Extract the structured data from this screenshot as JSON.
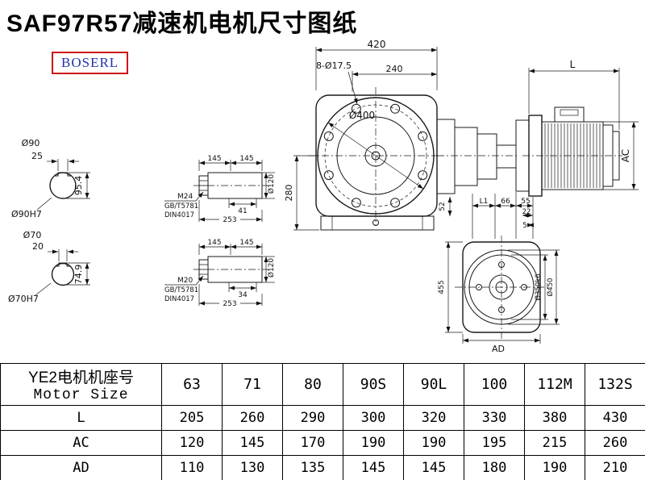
{
  "page": {
    "title": "SAF97R57减速机电机尺寸图纸",
    "brand": "BOSERL"
  },
  "drawing": {
    "shaft90": {
      "dia": "Ø90",
      "key_width": "25",
      "key_height": "95.4",
      "fit": "Ø90H7"
    },
    "shaft70": {
      "dia": "Ø70",
      "key_width": "20",
      "key_height": "74.9",
      "fit": "Ø70H7"
    },
    "shaft_m24": {
      "len1": "145",
      "len2": "145",
      "dia": "Ø120",
      "thread": "M24",
      "std1": "GB/T5781",
      "std2": "DIN4017",
      "sub_len": "41",
      "total_len": "253"
    },
    "shaft_m20": {
      "len1": "145",
      "len2": "145",
      "dia": "Ø120",
      "thread": "M20",
      "std1": "GB/T5781",
      "std2": "DIN4017",
      "sub_len": "34",
      "total_len": "253"
    },
    "main_view": {
      "width": "420",
      "sub_width": "240",
      "bolt_holes": "8-Ø17.5",
      "flange_dia": "Ø400",
      "height": "280",
      "foot": "52"
    },
    "motor_view": {
      "length": "L",
      "height": "AC",
      "l1": "L1",
      "d66": "66",
      "d55": "55",
      "d22": "22",
      "d5": "5"
    },
    "flange_view": {
      "height": "455",
      "spigot_dia": "Ø350k6",
      "flange_dia": "Ø450",
      "width": "AD"
    }
  },
  "table": {
    "header_cn": "YE2电机机座号",
    "header_en": "Motor Size",
    "sizes": [
      "63",
      "71",
      "80",
      "90S",
      "90L",
      "100",
      "112M",
      "132S"
    ],
    "rows": [
      {
        "label": "L",
        "values": [
          "205",
          "260",
          "290",
          "300",
          "320",
          "330",
          "380",
          "430"
        ]
      },
      {
        "label": "AC",
        "values": [
          "120",
          "145",
          "170",
          "190",
          "190",
          "195",
          "215",
          "260"
        ]
      },
      {
        "label": "AD",
        "values": [
          "110",
          "130",
          "135",
          "145",
          "145",
          "180",
          "190",
          "210"
        ]
      }
    ]
  }
}
